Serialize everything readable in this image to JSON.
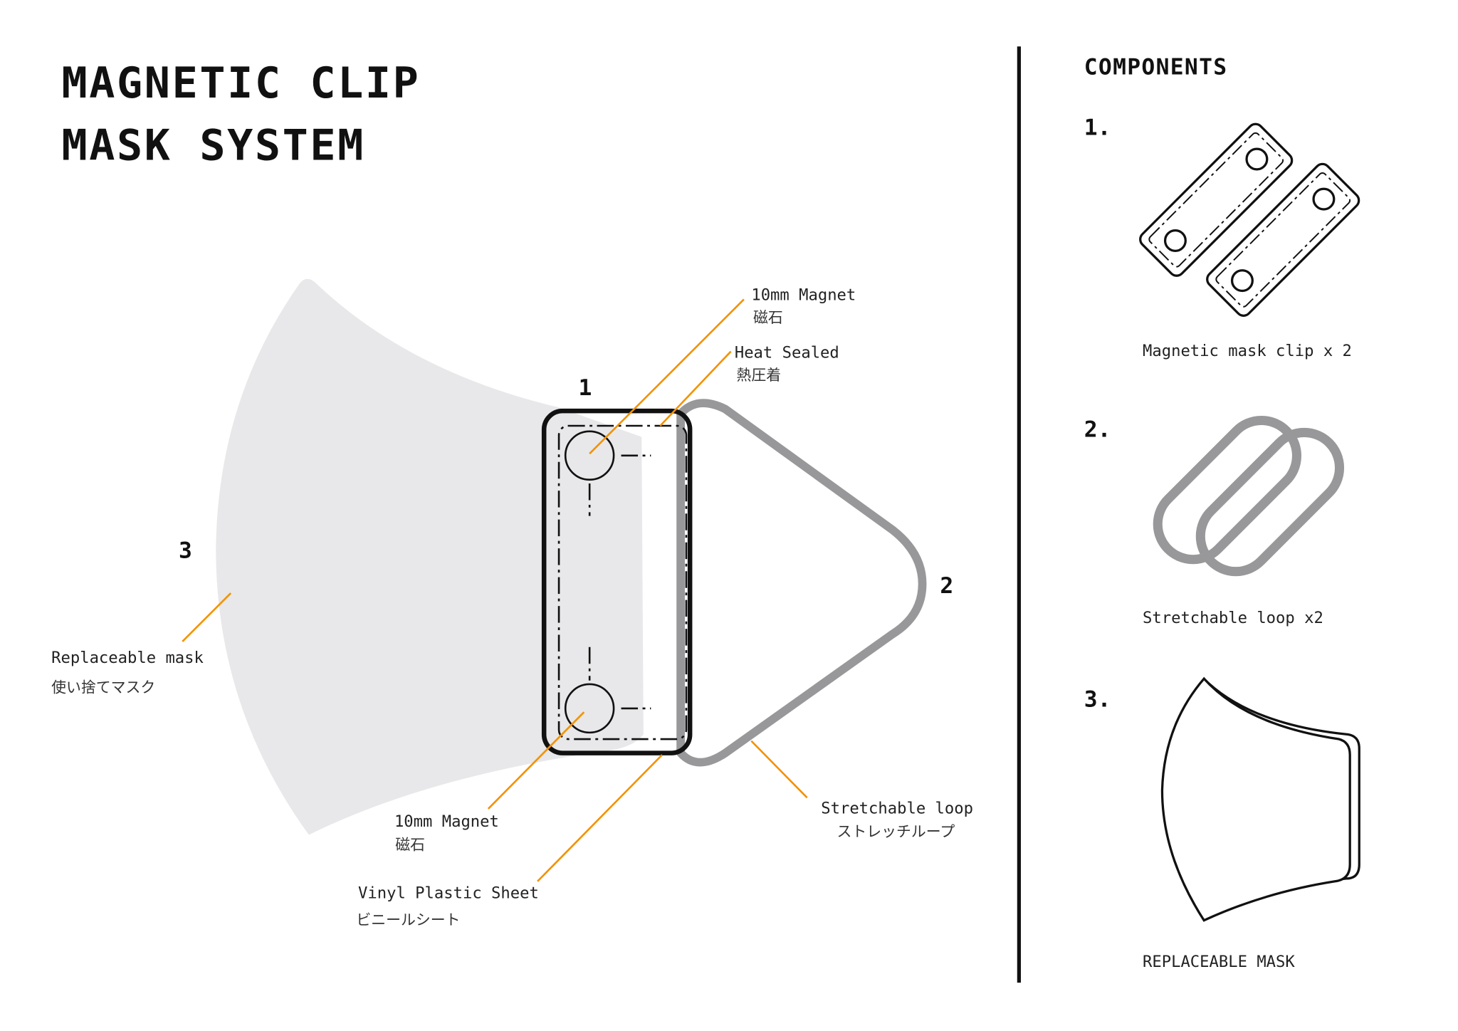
{
  "title": {
    "line1": "MAGNETIC CLIP",
    "line2": "MASK SYSTEM"
  },
  "diagram": {
    "markers": {
      "clip": "1",
      "loop": "2",
      "mask": "3"
    },
    "labels": {
      "magnet_top": {
        "en": "10mm Magnet",
        "jp": "磁石"
      },
      "heat_sealed": {
        "en": "Heat Sealed",
        "jp": "熱圧着"
      },
      "magnet_bottom": {
        "en": "10mm Magnet",
        "jp": "磁石"
      },
      "vinyl": {
        "en": "Vinyl Plastic Sheet",
        "jp": "ビニールシート"
      },
      "loop": {
        "en": "Stretchable loop",
        "jp": "ストレッチループ"
      },
      "mask": {
        "en": "Replaceable mask",
        "jp": "使い捨てマスク"
      }
    },
    "colors": {
      "mask": "#e8e8ea",
      "loop": "#98989a",
      "leader": "#f39200"
    }
  },
  "components": {
    "heading": "COMPONENTS",
    "items": [
      {
        "num": "1.",
        "label": "Magnetic mask clip x 2"
      },
      {
        "num": "2.",
        "label": "Stretchable loop x2"
      },
      {
        "num": "3.",
        "label": "REPLACEABLE MASK"
      }
    ]
  }
}
